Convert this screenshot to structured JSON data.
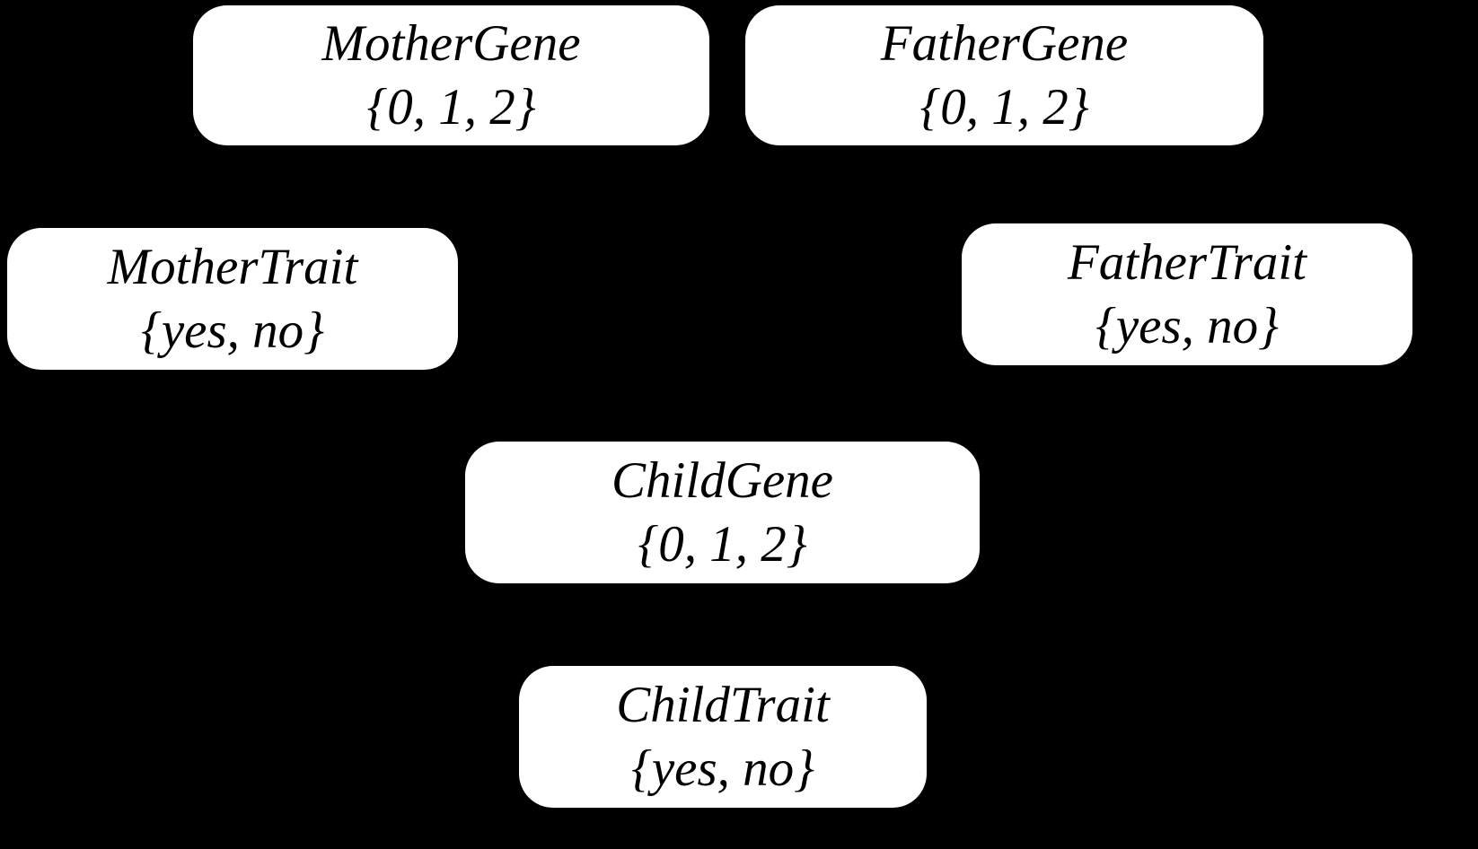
{
  "diagram": {
    "type": "bayesian-network",
    "background_color": "#000000",
    "node_fill_color": "#ffffff",
    "node_text_color": "#000000",
    "edges_visible": false,
    "nodes": [
      {
        "id": "mother-gene",
        "label": "MotherGene",
        "domain": "{0, 1, 2}"
      },
      {
        "id": "father-gene",
        "label": "FatherGene",
        "domain": "{0, 1, 2}"
      },
      {
        "id": "mother-trait",
        "label": "MotherTrait",
        "domain": "{yes, no}"
      },
      {
        "id": "father-trait",
        "label": "FatherTrait",
        "domain": "{yes, no}"
      },
      {
        "id": "child-gene",
        "label": "ChildGene",
        "domain": "{0, 1, 2}"
      },
      {
        "id": "child-trait",
        "label": "ChildTrait",
        "domain": "{yes, no}"
      }
    ]
  }
}
